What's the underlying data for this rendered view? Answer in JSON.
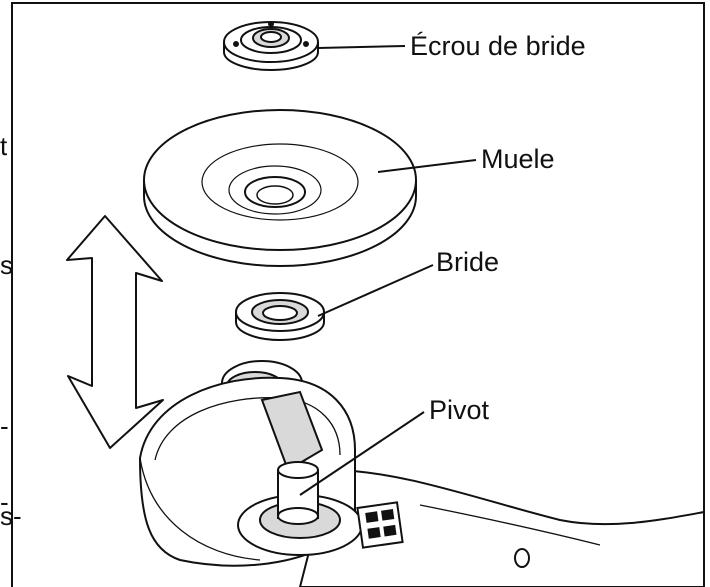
{
  "labels": {
    "flange_nut": "Écrou de bride",
    "wheel": "Muele",
    "flange": "Bride",
    "pivot": "Pivot"
  },
  "margin_fragments": {
    "t": "t",
    "s": "s",
    "dash1": "-",
    "dash2": "-",
    "s_dash": "s-"
  },
  "colors": {
    "line": "#111111",
    "fill": "#ffffff",
    "shade": "#d9d9d9"
  }
}
